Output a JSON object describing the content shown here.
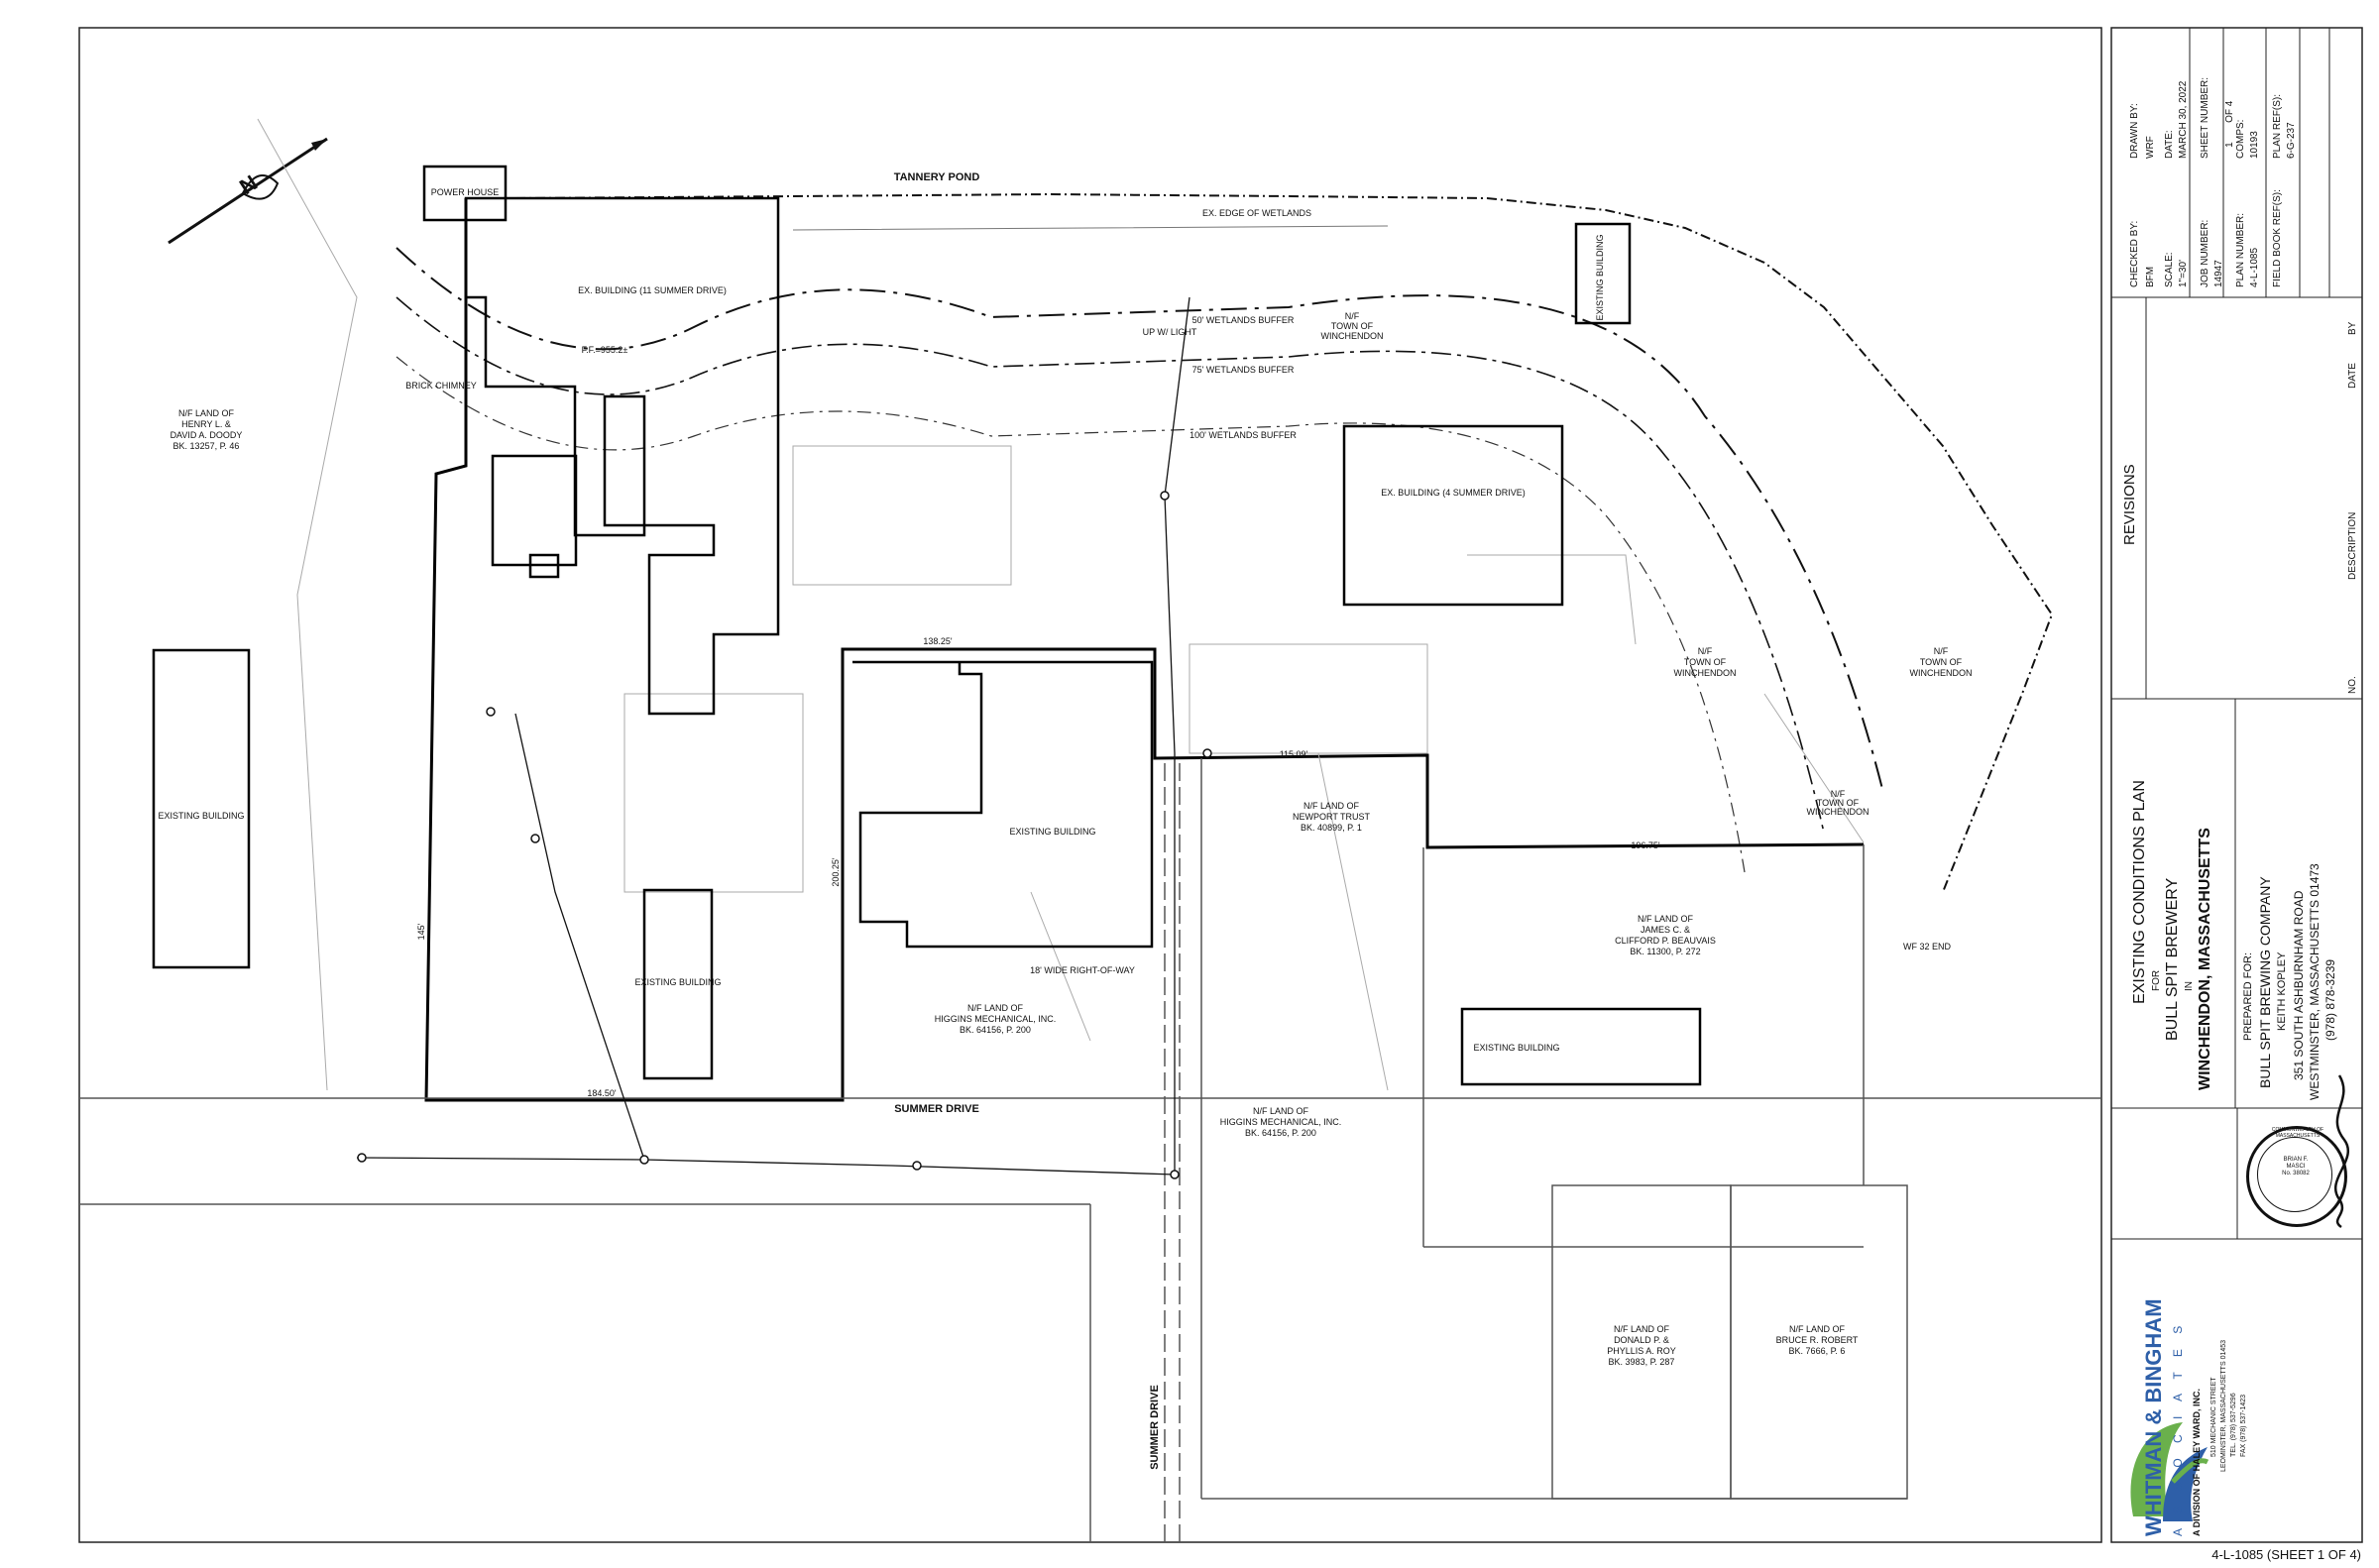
{
  "plan": {
    "pond_label": "TANNERY POND",
    "road_label": "SUMMER DRIVE",
    "road_label_vertical": "SUMMER DRIVE",
    "buildings": [
      {
        "id": "power-house",
        "label": "POWER HOUSE"
      },
      {
        "id": "ex-building-11",
        "label": "EX. BUILDING (11 SUMMER DRIVE)"
      },
      {
        "id": "ex-building-4",
        "label": "EX. BUILDING (4 SUMMER DRIVE)"
      },
      {
        "id": "existing-left",
        "label": "EXISTING BUILDING"
      },
      {
        "id": "existing-center",
        "label": "EXISTING BUILDING"
      },
      {
        "id": "existing-lower",
        "label": "EXISTING BUILDING"
      },
      {
        "id": "existing-right",
        "label": "EXISTING BUILDING"
      },
      {
        "id": "existing-top-right",
        "label": "EXISTING BUILDING"
      }
    ],
    "parcels": [
      {
        "id": "doody",
        "lines": [
          "N/F LAND OF",
          "HENRY L. &",
          "DAVID A. DOODY",
          "BK. 13257, P. 46"
        ]
      },
      {
        "id": "newport",
        "lines": [
          "N/F LAND OF",
          "NEWPORT TRUST",
          "BK. 40899, P. 1"
        ]
      },
      {
        "id": "higgins-1",
        "lines": [
          "N/F LAND OF",
          "HIGGINS MECHANICAL, INC.",
          "BK. 64156, P. 200"
        ]
      },
      {
        "id": "higgins-2",
        "lines": [
          "N/F LAND OF",
          "HIGGINS MECHANICAL, INC.",
          "BK. 64156, P. 200"
        ]
      },
      {
        "id": "beauvais",
        "lines": [
          "N/F LAND OF",
          "JAMES C. &",
          "CLIFFORD P. BEAUVAIS",
          "BK. 11300, P. 272"
        ]
      },
      {
        "id": "roy",
        "lines": [
          "N/F LAND OF",
          "DONALD P. &",
          "PHYLLIS A. ROY",
          "BK. 3983, P. 287"
        ]
      },
      {
        "id": "robert",
        "lines": [
          "N/F LAND OF",
          "BRUCE R. ROBERT",
          "BK. 7666, P. 6"
        ]
      },
      {
        "id": "town-1",
        "lines": [
          "N/F",
          "TOWN OF",
          "WINCHENDON"
        ]
      },
      {
        "id": "town-2",
        "lines": [
          "N/F",
          "TOWN OF",
          "WINCHENDON"
        ]
      },
      {
        "id": "town-3",
        "lines": [
          "N/F",
          "TOWN OF",
          "WINCHENDON"
        ]
      },
      {
        "id": "town-4",
        "lines": [
          "N/F",
          "TOWN OF",
          "WINCHENDON"
        ]
      }
    ],
    "notes": {
      "brick_chimney": "BRICK CHIMNEY",
      "ff": "F.F.=955.2±",
      "buffer_50": "50' WETLANDS BUFFER",
      "buffer_75": "75' WETLANDS BUFFER",
      "buffer_100": "100' WETLANDS BUFFER",
      "edge_wetlands": "EX. EDGE OF WETLANDS",
      "right_of_way": "18' WIDE RIGHT-OF-WAY",
      "up_light": "UP W/ LIGHT",
      "dim_1": "138.25'",
      "dim_2": "115.09'",
      "dim_3": "196.75'",
      "dim_4": "184.50'",
      "dim_5": "200.25'",
      "dim_6": "145'",
      "wf_end": "WF 32 END"
    }
  },
  "title_block": {
    "drawn_by_label": "DRAWN BY:",
    "drawn_by": "WRF",
    "checked_by_label": "CHECKED BY:",
    "checked_by": "BFM",
    "date_label": "DATE:",
    "date": "MARCH 30, 2022",
    "scale_label": "SCALE:",
    "scale": "1\"=30'",
    "sheet_number_label": "SHEET NUMBER:",
    "sheet_number": "1       OF 4",
    "job_number_label": "JOB NUMBER:",
    "job_number": "14947",
    "comps_label": "COMPS:",
    "comps": "10193",
    "plan_number_label": "PLAN NUMBER:",
    "plan_number": "4-L-1085",
    "plan_ref_label": "PLAN REF(S):",
    "plan_ref": "6-G-237",
    "field_book_label": "FIELD BOOK REF(S):",
    "revisions_title": "REVISIONS",
    "rev_no": "NO.",
    "rev_description": "DESCRIPTION",
    "rev_date": "DATE",
    "rev_by": "BY",
    "title_line_1": "EXISTING CONDITIONS PLAN",
    "title_for": "FOR",
    "title_line_2": "BULL SPIT BREWERY",
    "title_in": "IN",
    "title_line_3": "WINCHENDON, MASSACHUSETTS",
    "prepared_for": "PREPARED FOR:",
    "client": "BULL SPIT BREWING COMPANY",
    "client_contact": "KEITH KOPLEY",
    "client_address_1": "351 SOUTH ASHBURNHAM ROAD",
    "client_address_2": "WESTMINSTER, MASSACHUSETTS 01473",
    "client_phone": "(978) 878-3239",
    "firm_name": "WHITMAN & BINGHAM",
    "firm_sub": "A S S O C I A T E S",
    "firm_division": "A DIVISION OF HALEY WARD, INC.",
    "firm_address_1": "510 MECHANIC STREET",
    "firm_address_2": "LEOMINSTER, MASSACHUSETTS 01453",
    "firm_tel": "TEL. (978) 537-5296",
    "firm_fax": "FAX (978) 537-1423",
    "seal_text": "COMMONWEALTH OF MASSACHUSETTS",
    "seal_name": "BRIAN F. MASCI",
    "seal_no": "No. 38082",
    "brand_green": "#6ab04c",
    "brand_blue": "#2e5fa8"
  },
  "sheet_code": "4-L-1085 (SHEET 1 OF 4)"
}
